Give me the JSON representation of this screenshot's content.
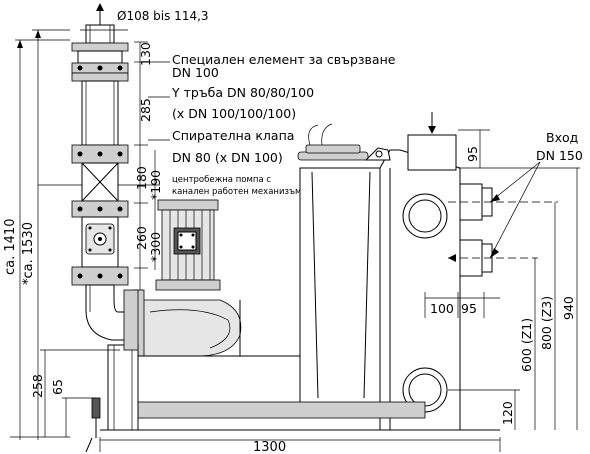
{
  "labels": {
    "pipe_diameter": "Ø108 bis 114,3",
    "special_element_line1": "Специален елемент за свързване",
    "special_element_line2": "DN 100",
    "y_pipe_line1": "Y тръба DN 80/80/100",
    "y_pipe_line2": "(x DN 100/100/100)",
    "check_valve_line1": "Спирателна клапа",
    "check_valve_line2": "DN 80 (x DN 100)",
    "pump_line1": "центробежна помпа с",
    "pump_line2": "канален работен механизъм",
    "inlet_line1": "Вход",
    "inlet_line2": "DN 150"
  },
  "dimensions": {
    "d130": "130",
    "d285": "285",
    "d180": "180",
    "d190": "*190",
    "d260": "260",
    "d300": "*300",
    "d1410": "ca. 1410",
    "d1530": "*ca. 1530",
    "d258": "258",
    "d65": "65",
    "d1300": "1300",
    "d95": "95",
    "d100": "100",
    "d95b": "95",
    "d600": "600 (Z1)",
    "d800": "800 (Z3)",
    "d940": "940",
    "d120": "120"
  }
}
